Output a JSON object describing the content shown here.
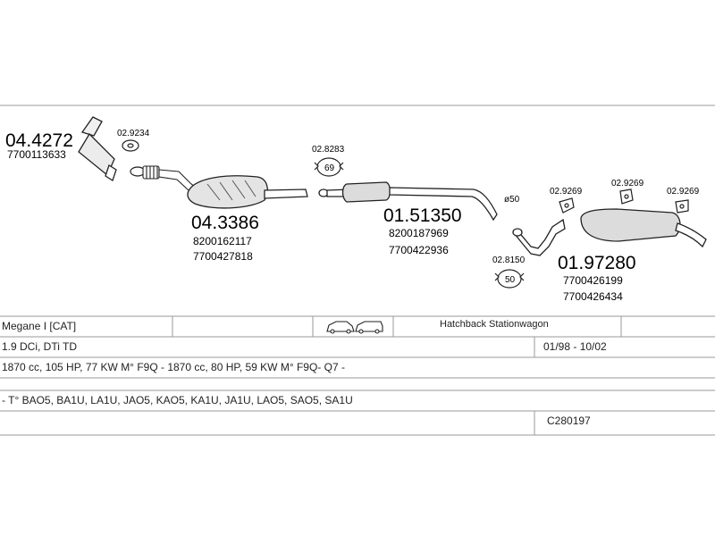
{
  "parts": {
    "front_pipe": {
      "code": "04.4272",
      "oem": "7700113633"
    },
    "gasket_front": {
      "code": "02.9234"
    },
    "catalyst": {
      "code": "04.3386",
      "oem_1": "8200162117",
      "oem_2": "7700427818"
    },
    "clamp_mid": {
      "code": "02.8283",
      "badge": "69"
    },
    "middle_silencer": {
      "code": "01.51350",
      "oem_1": "8200187969",
      "oem_2": "7700422936"
    },
    "pipe_diameter": {
      "label": "ø50"
    },
    "clamp_rear": {
      "code": "02.8150",
      "badge": "50"
    },
    "rear_silencer": {
      "code": "01.97280",
      "oem_1": "7700426199",
      "oem_2": "7700426434"
    },
    "hanger_1": {
      "code": "02.9269"
    },
    "hanger_2": {
      "code": "02.9269"
    },
    "hanger_3": {
      "code": "02.9269"
    }
  },
  "info_table": {
    "model": "Megane I [CAT]",
    "body_types": "Hatchback Stationwagon",
    "engine": "1.9 DCi, DTi TD",
    "years": "01/98 - 10/02",
    "engine_details": "1870 cc, 105 HP, 77 KW M° F9Q - 1870 cc, 80 HP, 59 KW M° F9Q- Q7 -",
    "types": "- T° BAO5, BA1U, LA1U, JAO5, KAO5, KA1U, JA1U, LAO5, SAO5, SA1U",
    "catalog_code": "C280197"
  },
  "colors": {
    "line": "#9a9a9a",
    "stroke": "#222222"
  }
}
